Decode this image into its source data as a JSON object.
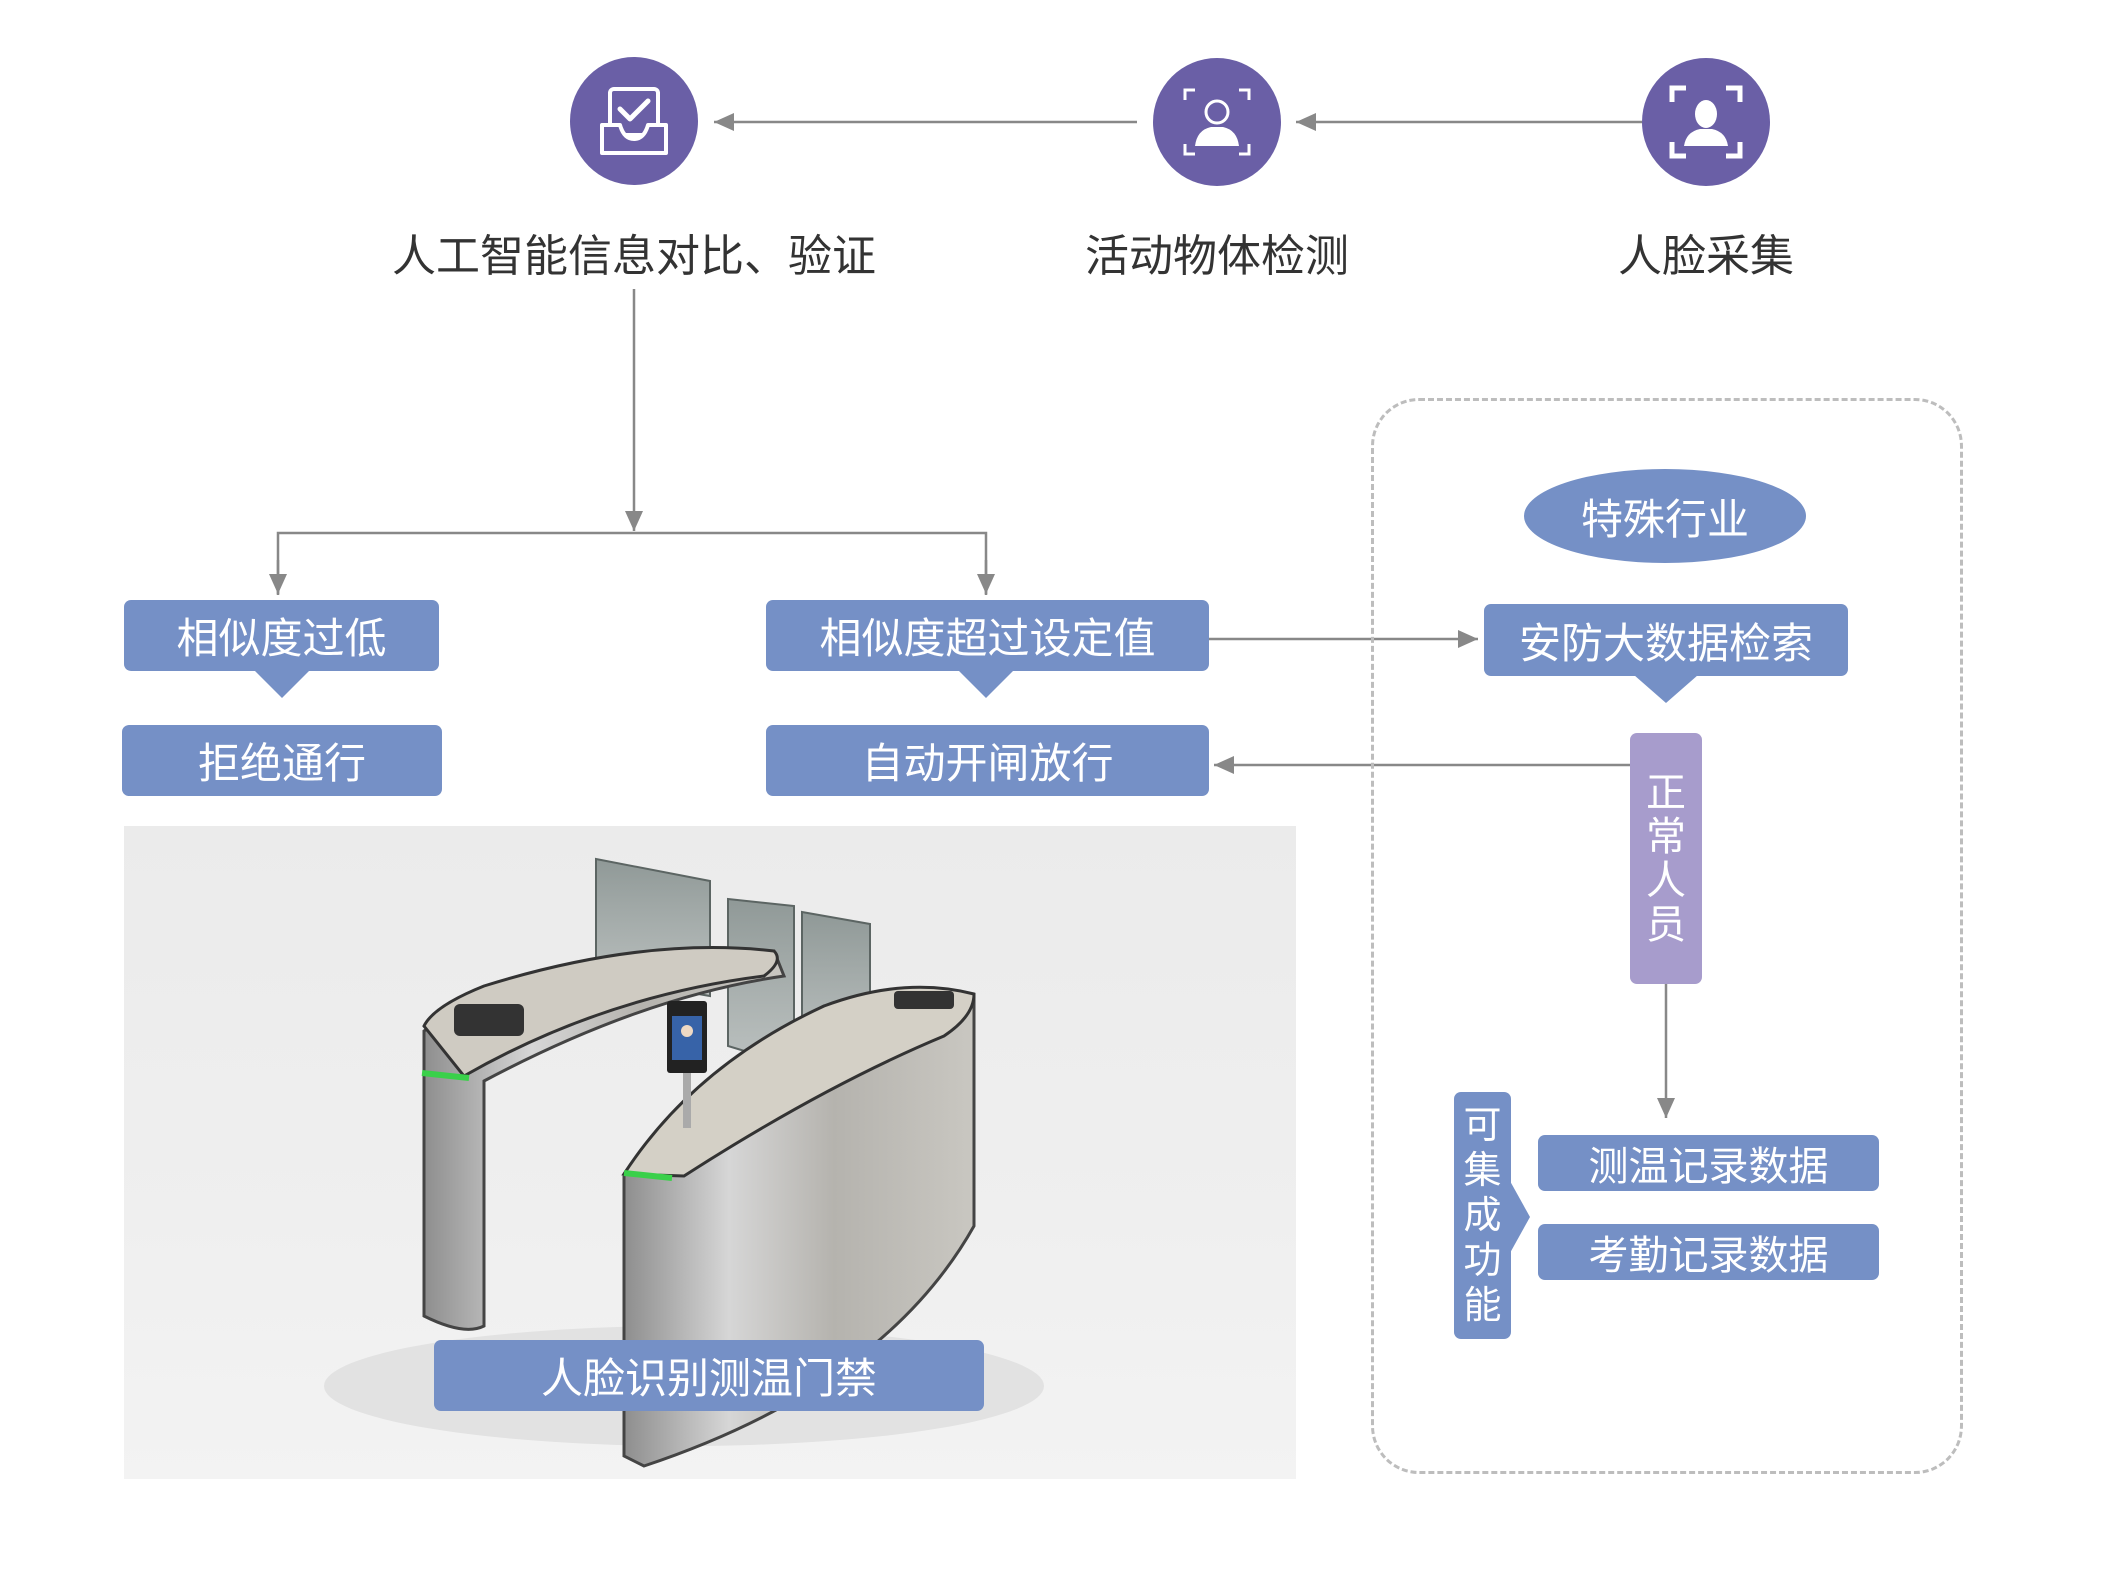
{
  "steps": [
    {
      "label": "人工智能信息对比、验证",
      "icon": "inbox-check-icon"
    },
    {
      "label": "活动物体检测",
      "icon": "person-scan-icon"
    },
    {
      "label": "人脸采集",
      "icon": "face-capture-icon"
    }
  ],
  "branches": {
    "low": {
      "condition": "相似度过低",
      "result": "拒绝通行"
    },
    "high": {
      "condition": "相似度超过设定值",
      "result": "自动开闸放行"
    }
  },
  "special": {
    "title": "特殊行业",
    "search": "安防大数据检索",
    "normal": [
      "正",
      "常",
      "人",
      "员"
    ],
    "integrated_label": [
      "可",
      "集",
      "成",
      "功",
      "能"
    ],
    "features": [
      "测温记录数据",
      "考勤记录数据"
    ]
  },
  "product": {
    "caption": "人脸识别测温门禁"
  },
  "colors": {
    "icon_circle": "#6a5fa6",
    "box_blue": "#7590c6",
    "box_purple": "#a79ccc",
    "arrow": "#888888",
    "dashed": "#bdbdbd"
  }
}
